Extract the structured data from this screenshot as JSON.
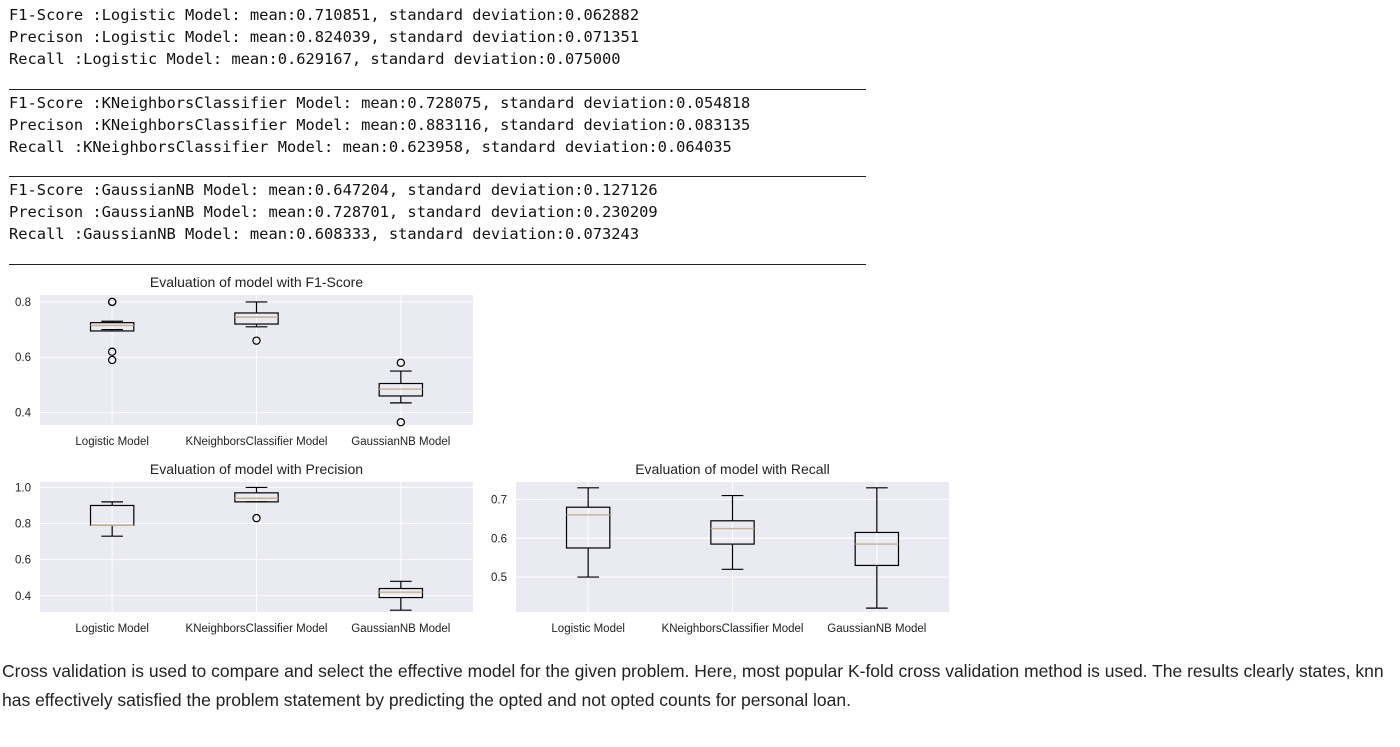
{
  "output_lines": {
    "logistic": [
      "F1-Score :Logistic Model: mean:0.710851, standard deviation:0.062882",
      "Precison :Logistic Model: mean:0.824039, standard deviation:0.071351",
      "Recall :Logistic Model: mean:0.629167, standard deviation:0.075000"
    ],
    "knn": [
      "F1-Score :KNeighborsClassifier Model: mean:0.728075, standard deviation:0.054818",
      "Precison :KNeighborsClassifier Model: mean:0.883116, standard deviation:0.083135",
      "Recall :KNeighborsClassifier Model: mean:0.623958, standard deviation:0.064035"
    ],
    "gnb": [
      "F1-Score :GaussianNB Model: mean:0.647204, standard deviation:0.127126",
      "Precison :GaussianNB Model: mean:0.728701, standard deviation:0.230209",
      "Recall :GaussianNB Model: mean:0.608333, standard deviation:0.073243"
    ]
  },
  "colors": {
    "plot_bg": "#eaeaf2",
    "grid": "#ffffff",
    "box": "#000000",
    "median": "#c7b08a"
  },
  "chart_data": [
    {
      "type": "box",
      "title": "Evaluation of model with F1-Score",
      "categories": [
        "Logistic Model",
        "KNeighborsClassifier Model",
        "GaussianNB Model"
      ],
      "ylim": [
        0.355,
        0.825
      ],
      "yticks": [
        0.4,
        0.6,
        0.8
      ],
      "ytick_labels": [
        "0.4",
        "0.6",
        "0.8"
      ],
      "grid": true,
      "boxes": [
        {
          "whislo": 0.7,
          "q1": 0.695,
          "med": 0.715,
          "q3": 0.725,
          "whishi": 0.73,
          "fliers": [
            0.59,
            0.62,
            0.8,
            0.8
          ]
        },
        {
          "whislo": 0.71,
          "q1": 0.72,
          "med": 0.745,
          "q3": 0.76,
          "whishi": 0.8,
          "fliers": [
            0.66
          ]
        },
        {
          "whislo": 0.435,
          "q1": 0.46,
          "med": 0.485,
          "q3": 0.505,
          "whishi": 0.55,
          "fliers": [
            0.58,
            0.365
          ]
        }
      ]
    },
    {
      "type": "box",
      "title": "Evaluation of model with Precision",
      "categories": [
        "Logistic Model",
        "KNeighborsClassifier Model",
        "GaussianNB Model"
      ],
      "ylim": [
        0.31,
        1.03
      ],
      "yticks": [
        0.4,
        0.6,
        0.8,
        1.0
      ],
      "ytick_labels": [
        "0.4",
        "0.6",
        "0.8",
        "1.0"
      ],
      "grid": true,
      "boxes": [
        {
          "whislo": 0.73,
          "q1": 0.79,
          "med": 0.79,
          "q3": 0.9,
          "whishi": 0.92,
          "fliers": []
        },
        {
          "whislo": 0.92,
          "q1": 0.92,
          "med": 0.94,
          "q3": 0.97,
          "whishi": 1.0,
          "fliers": [
            0.83
          ]
        },
        {
          "whislo": 0.32,
          "q1": 0.39,
          "med": 0.42,
          "q3": 0.44,
          "whishi": 0.48,
          "fliers": []
        }
      ]
    },
    {
      "type": "box",
      "title": "Evaluation of model with Recall",
      "categories": [
        "Logistic Model",
        "KNeighborsClassifier Model",
        "GaussianNB Model"
      ],
      "ylim": [
        0.41,
        0.745
      ],
      "yticks": [
        0.5,
        0.6,
        0.7
      ],
      "ytick_labels": [
        "0.5",
        "0.6",
        "0.7"
      ],
      "grid": true,
      "boxes": [
        {
          "whislo": 0.5,
          "q1": 0.575,
          "med": 0.66,
          "q3": 0.68,
          "whishi": 0.73,
          "fliers": []
        },
        {
          "whislo": 0.52,
          "q1": 0.585,
          "med": 0.625,
          "q3": 0.645,
          "whishi": 0.71,
          "fliers": []
        },
        {
          "whislo": 0.42,
          "q1": 0.53,
          "med": 0.585,
          "q3": 0.615,
          "whishi": 0.73,
          "fliers": []
        }
      ]
    }
  ],
  "paragraph": "Cross validation is used to compare and select the effective model for the given problem. Here, most popular K-fold cross validation method is used. The results clearly states, knn has effectively satisfied the problem statement by predicting the opted and not opted counts for personal loan."
}
